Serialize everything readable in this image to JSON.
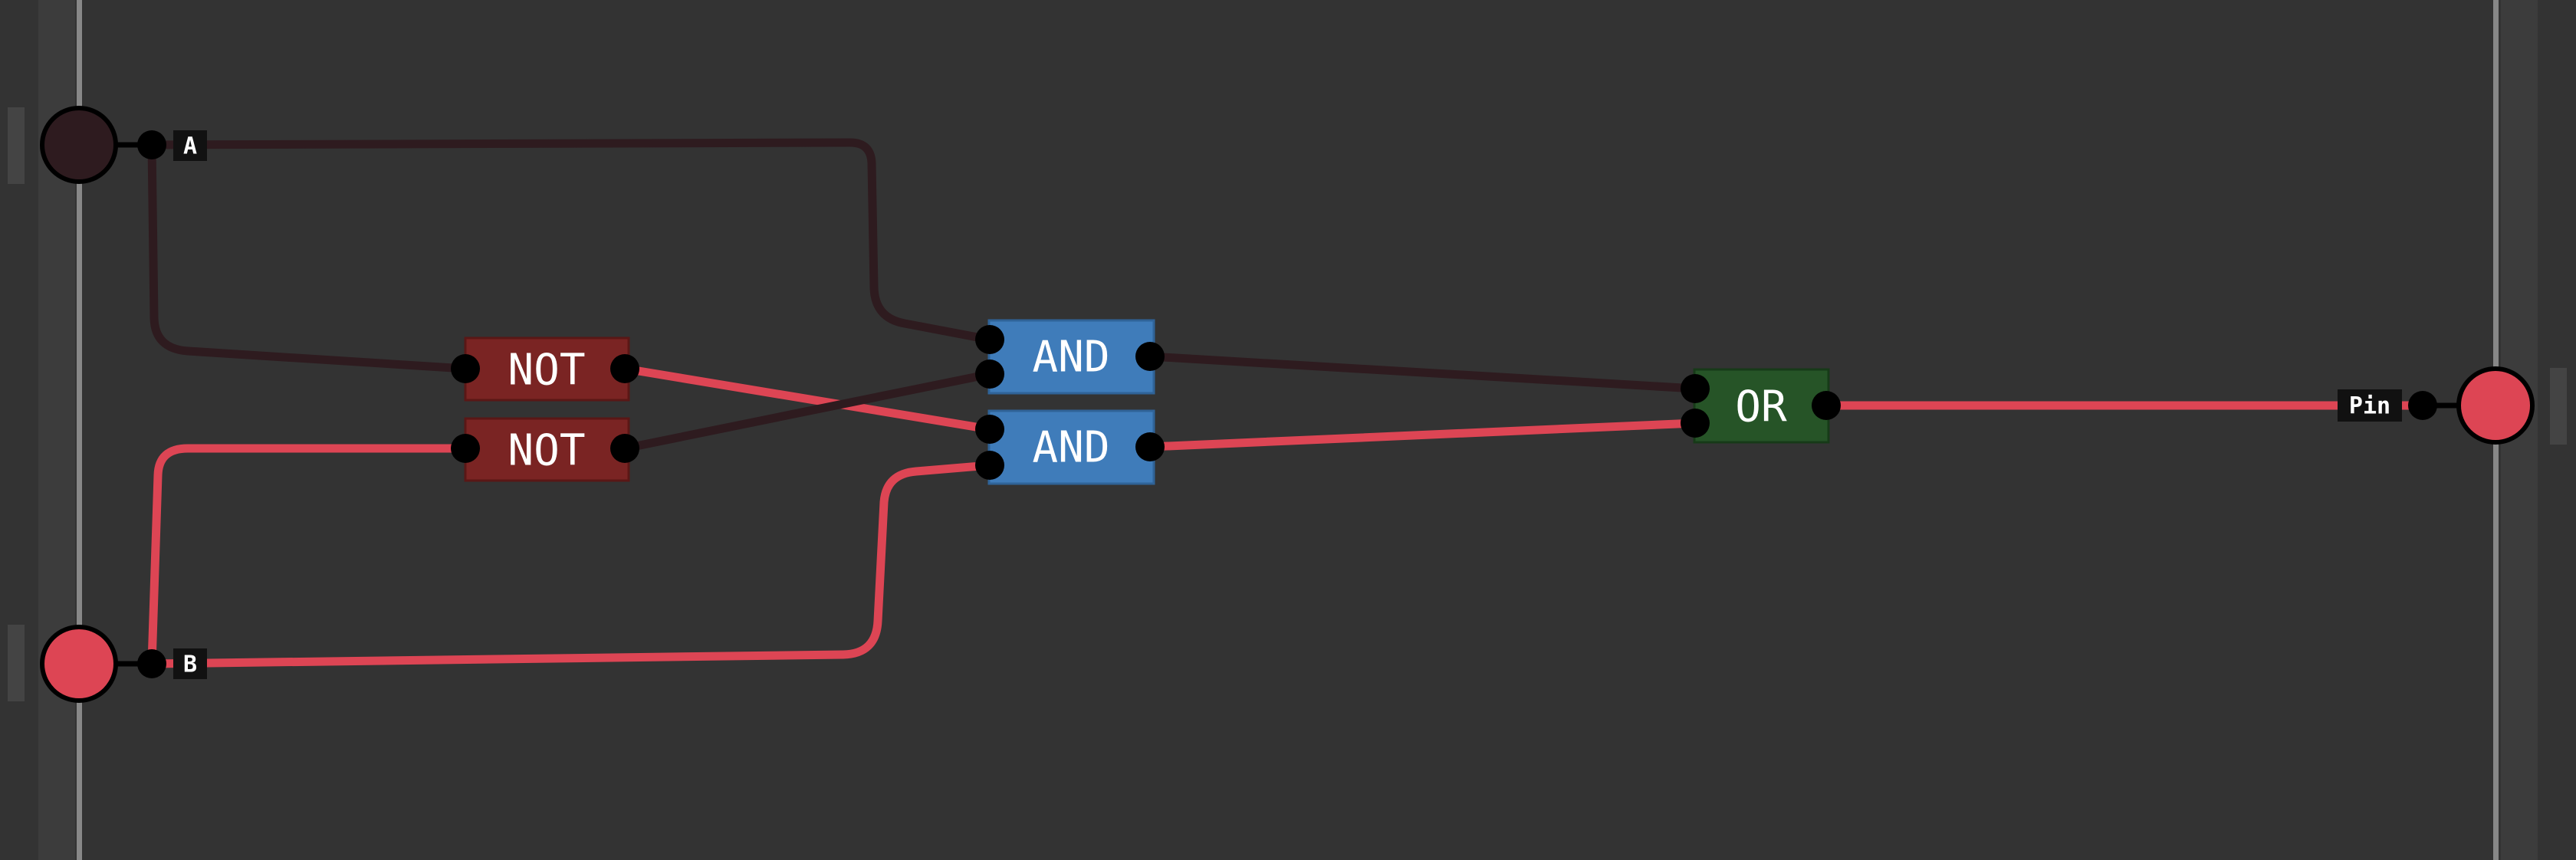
{
  "colors": {
    "background": "#333333",
    "rail": "#3c3c3c",
    "rail_line": "#888888",
    "edge_tab": "#444444",
    "signal_on": "#dd4554",
    "signal_off": "#2e1b1f",
    "and_gate": "#3f7cba",
    "not_gate": "#7a2423",
    "or_gate": "#265427",
    "pin_dot": "#000000",
    "label_bg": "#111111"
  },
  "inputs": [
    {
      "id": "A",
      "label": "A",
      "state": "off"
    },
    {
      "id": "B",
      "label": "B",
      "state": "on"
    }
  ],
  "outputs": [
    {
      "id": "Pin",
      "label": "Pin",
      "state": "on"
    }
  ],
  "gates": [
    {
      "id": "not1",
      "type": "NOT",
      "label": "NOT"
    },
    {
      "id": "not2",
      "type": "NOT",
      "label": "NOT"
    },
    {
      "id": "and1",
      "type": "AND",
      "label": "AND"
    },
    {
      "id": "and2",
      "type": "AND",
      "label": "AND"
    },
    {
      "id": "or1",
      "type": "OR",
      "label": "OR"
    }
  ],
  "wires": [
    {
      "id": "w-a-and1",
      "from": "A",
      "to": "and1.in1",
      "state": "off"
    },
    {
      "id": "w-a-not1",
      "from": "A",
      "to": "not1.in",
      "state": "off"
    },
    {
      "id": "w-b-not2",
      "from": "B",
      "to": "not2.in",
      "state": "on"
    },
    {
      "id": "w-b-and2",
      "from": "B",
      "to": "and2.in2",
      "state": "on"
    },
    {
      "id": "w-not1-and2",
      "from": "not1.out",
      "to": "and2.in1",
      "state": "on"
    },
    {
      "id": "w-not2-and1",
      "from": "not2.out",
      "to": "and1.in2",
      "state": "off"
    },
    {
      "id": "w-and1-or",
      "from": "and1.out",
      "to": "or1.in1",
      "state": "off"
    },
    {
      "id": "w-and2-or",
      "from": "and2.out",
      "to": "or1.in2",
      "state": "on"
    },
    {
      "id": "w-or-pin",
      "from": "or1.out",
      "to": "Pin",
      "state": "on"
    }
  ]
}
